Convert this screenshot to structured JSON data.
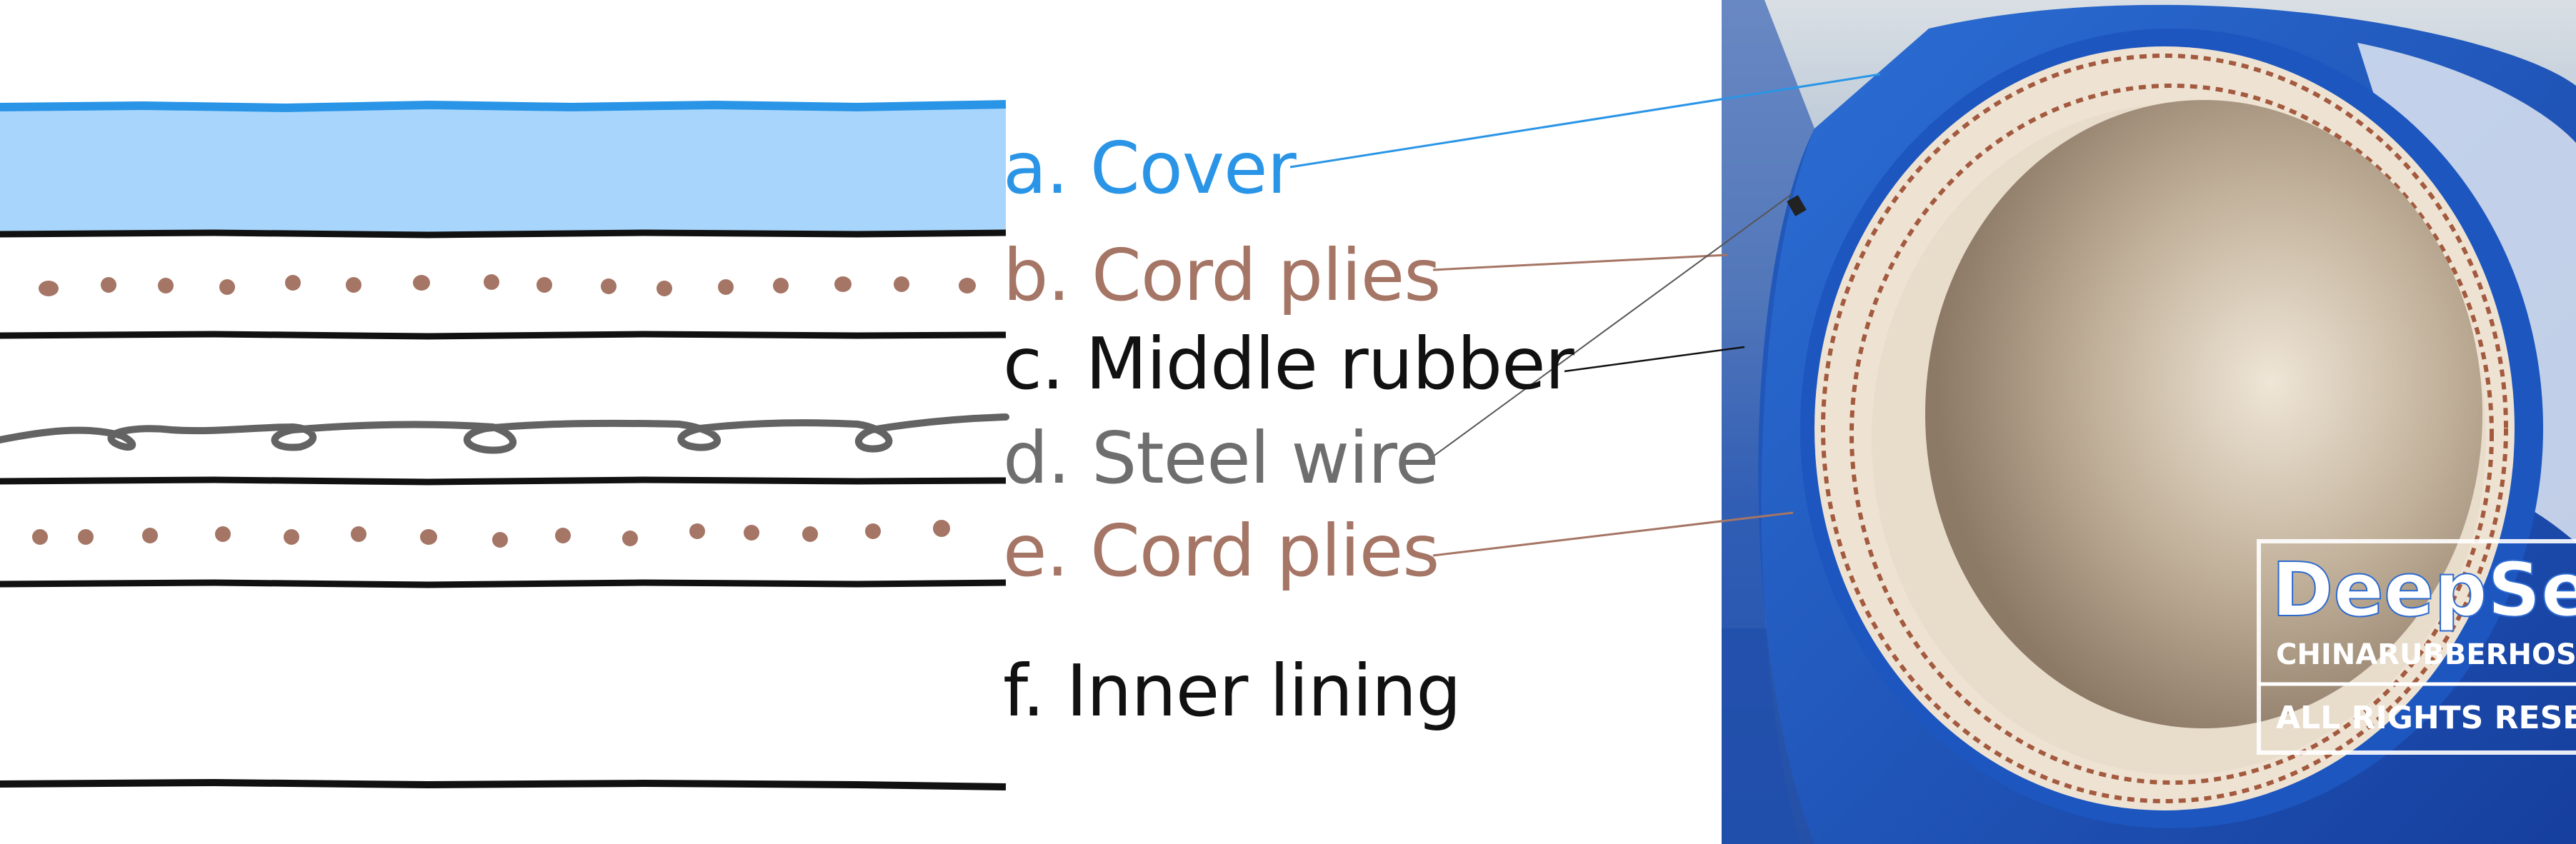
{
  "layers": [
    {
      "key": "a",
      "label": "a. Cover",
      "color": "#2a95e6"
    },
    {
      "key": "b",
      "label": "b. Cord plies",
      "color": "#a57565"
    },
    {
      "key": "c",
      "label": "c. Middle rubber",
      "color": "#111111"
    },
    {
      "key": "d",
      "label": "d. Steel wire",
      "color": "#6e6e6e"
    },
    {
      "key": "e",
      "label": "e. Cord plies",
      "color": "#a57565"
    },
    {
      "key": "f",
      "label": "f. Inner lining",
      "color": "#111111"
    }
  ],
  "watermark": {
    "brand": "DeepSe",
    "site": "CHINARUBBERHOSE.C",
    "rights": "ALL RIGHTS RESERV"
  },
  "colors": {
    "cover_fill": "#a8d5fb",
    "cover_edge": "#2a95e6",
    "cord_dot": "#a57565",
    "wire": "#636363",
    "layer_line": "#111111",
    "hose_blue": "#1f5fc4",
    "hose_inner": "#c8b9a4"
  }
}
